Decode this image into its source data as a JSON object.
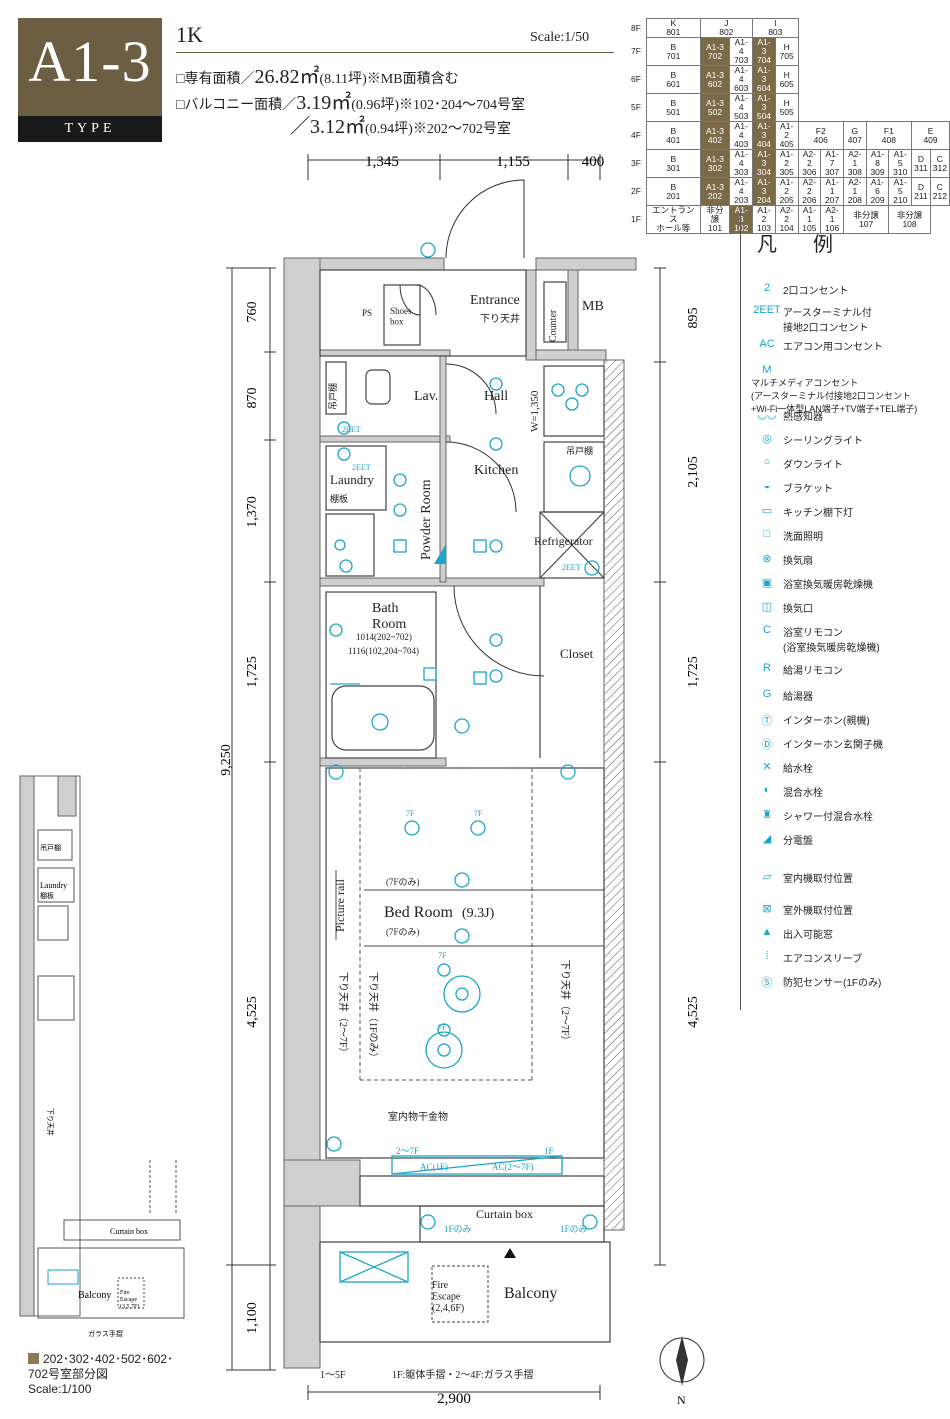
{
  "header": {
    "type_code": "A1-3",
    "type_label": "TYPE",
    "rooms": "1K",
    "scale": "Scale:1/50",
    "exclusive_area_label": "□専有面積／",
    "exclusive_area_value": "26.82㎡",
    "exclusive_area_tsubo": "(8.11坪)",
    "exclusive_area_note": "※MB面積含む",
    "balcony_area_label": "□バルコニー面積／",
    "balcony_area_value_1": "3.19㎡",
    "balcony_area_tsubo_1": "(0.96坪)",
    "balcony_area_note_1": "※102･204～704号室",
    "balcony_area_value_2": "／3.12㎡",
    "balcony_area_tsubo_2": "(0.94坪)",
    "balcony_area_note_2": "※202～702号室"
  },
  "floor_matrix": {
    "rows": [
      {
        "floor": "8F",
        "cells": [
          {
            "t": "K\n801",
            "w": 1
          },
          {
            "t": "J\n802",
            "w": 2
          },
          {
            "t": "I\n803",
            "w": 2
          }
        ]
      },
      {
        "floor": "7F",
        "cells": [
          {
            "t": "B\n701"
          },
          {
            "t": "A1-3\n702",
            "hl": true
          },
          {
            "t": "A1-4\n703"
          },
          {
            "t": "A1-3\n704",
            "hl": true
          },
          {
            "t": "H\n705"
          }
        ]
      },
      {
        "floor": "6F",
        "cells": [
          {
            "t": "B\n601"
          },
          {
            "t": "A1-3\n602",
            "hl": true
          },
          {
            "t": "A1-4\n603"
          },
          {
            "t": "A1-3\n604",
            "hl": true
          },
          {
            "t": "H\n605"
          }
        ]
      },
      {
        "floor": "5F",
        "cells": [
          {
            "t": "B\n501"
          },
          {
            "t": "A1-3\n502",
            "hl": true
          },
          {
            "t": "A1-4\n503"
          },
          {
            "t": "A1-3\n504",
            "hl": true
          },
          {
            "t": "H\n505"
          }
        ]
      },
      {
        "floor": "4F",
        "cells": [
          {
            "t": "B\n401"
          },
          {
            "t": "A1-3\n402",
            "hl": true
          },
          {
            "t": "A1-4\n403"
          },
          {
            "t": "A1-3\n404",
            "hl": true
          },
          {
            "t": "A1-2\n405"
          },
          {
            "t": "F2\n406",
            "w": 2
          },
          {
            "t": "G\n407",
            "w": 1
          },
          {
            "t": "F1\n408",
            "w": 2
          },
          {
            "t": "E\n409",
            "w": 2
          }
        ]
      },
      {
        "floor": "3F",
        "cells": [
          {
            "t": "B\n301"
          },
          {
            "t": "A1-3\n302",
            "hl": true
          },
          {
            "t": "A1-4\n303"
          },
          {
            "t": "A1-3\n304",
            "hl": true
          },
          {
            "t": "A1-2\n305"
          },
          {
            "t": "A2-2\n306"
          },
          {
            "t": "A1-7\n307"
          },
          {
            "t": "A2-1\n308"
          },
          {
            "t": "A1-8\n309"
          },
          {
            "t": "A1-5\n310"
          },
          {
            "t": "D\n311"
          },
          {
            "t": "C\n312"
          }
        ]
      },
      {
        "floor": "2F",
        "cells": [
          {
            "t": "B\n201"
          },
          {
            "t": "A1-3\n202",
            "hl": true
          },
          {
            "t": "A1-4\n203"
          },
          {
            "t": "A1-3\n204",
            "hl": true
          },
          {
            "t": "A1-2\n205"
          },
          {
            "t": "A2-2\n206"
          },
          {
            "t": "A1-1\n207"
          },
          {
            "t": "A2-1\n208"
          },
          {
            "t": "A1-6\n209"
          },
          {
            "t": "A1-5\n210"
          },
          {
            "t": "D\n211"
          },
          {
            "t": "C\n212"
          }
        ]
      },
      {
        "floor": "1F",
        "cells": [
          {
            "t": "エントランス\nホール等"
          },
          {
            "t": "非分譲\n101"
          },
          {
            "t": "A1-3\n102",
            "hl": true
          },
          {
            "t": "A1-2\n103"
          },
          {
            "t": "A2-2\n104"
          },
          {
            "t": "A1-1\n105"
          },
          {
            "t": "A2-1\n106"
          },
          {
            "t": "非分譲\n107",
            "w": 2
          },
          {
            "t": "非分譲\n108",
            "w": 2
          }
        ]
      }
    ]
  },
  "plan": {
    "dims_top": [
      "1,345",
      "1,155",
      "400"
    ],
    "dims_left": [
      "760",
      "870",
      "1,370",
      "1,725",
      "4,525",
      "1,100"
    ],
    "dim_left_total": "9,250",
    "dims_right": [
      "895",
      "2,105",
      "1,725",
      "4,525"
    ],
    "dim_bottom": "2,900",
    "rooms": {
      "entrance": "Entrance",
      "entrance_note": "下り天井",
      "ps": "PS",
      "shoes_box": "Shoes\nbox",
      "counter": "Counter",
      "mb": "MB",
      "lav": "Lav.",
      "hall": "Hall",
      "hall_width": "W=1,350",
      "kitchen": "Kitchen",
      "kitchen_cabinet": "吊戸棚",
      "laundry": "Laundry",
      "laundry_shelf": "棚板",
      "lav_cabinet": "吊戸棚",
      "powder_room": "Powder Room",
      "refrigerator": "Refrigerator",
      "bath_room": "Bath\nRoom",
      "bath_size_1": "1014(202~702)",
      "bath_size_2": "1116(102,204~704)",
      "closet": "Closet",
      "picture_rail": "Picture rail",
      "bed_room": "Bed Room",
      "bed_room_size": "(9.3J)",
      "only_7f_1": "(7Fのみ)",
      "only_7f_2": "(7Fのみ)",
      "dropped_ceiling_left": "下り天井（2～7F）",
      "dropped_ceiling_mid": "下り天井（1Fのみ）",
      "dropped_ceiling_right": "下り天井（2～7F）",
      "indoor_drying": "室内物干金物",
      "ac_floor_left": "2～7F",
      "ac_floor_right": "1F",
      "ac_label_left": "AC(1F)",
      "ac_label_right": "AC(2～7F)",
      "curtain_box": "Curtain box",
      "sensor_note_left": "1Fのみ",
      "sensor_note_right": "1Fのみ",
      "fire_escape": "Fire\nEscape\n(2,4,6F)",
      "balcony": "Balcony",
      "rail_note_left": "1～5F",
      "rail_note_right": "1F:躯体手摺・2～4F:ガラス手摺",
      "label_7f": "7F",
      "label_2eet": "2EET",
      "compass_n": "N"
    }
  },
  "legend": {
    "title": "凡　例",
    "items": [
      {
        "sym": "2",
        "text": "2口コンセント"
      },
      {
        "sym": "2EET",
        "text": "アースターミナル付\n接地2口コンセント"
      },
      {
        "sym": "AC",
        "text": "エアコン用コンセント"
      },
      {
        "sym": "M",
        "text": "マルチメディアコンセント\n(アースターミナル付接地2口コンセント\n+Wi-Fi一体型LAN端子+TV端子+TEL端子)"
      },
      {
        "sym": "◡◡",
        "text": "熱感知器"
      },
      {
        "sym": "◎",
        "text": "シーリングライト"
      },
      {
        "sym": "○",
        "text": "ダウンライト"
      },
      {
        "sym": "◒",
        "text": "ブラケット"
      },
      {
        "sym": "▭",
        "text": "キッチン棚下灯"
      },
      {
        "sym": "□",
        "text": "洗面照明"
      },
      {
        "sym": "⊗",
        "text": "換気扇"
      },
      {
        "sym": "▣",
        "text": "浴室換気暖房乾燥機"
      },
      {
        "sym": "◫",
        "text": "換気口"
      },
      {
        "sym": "C",
        "text": "浴室リモコン\n(浴室換気暖房乾燥機)"
      },
      {
        "sym": "R",
        "text": "給湯リモコン"
      },
      {
        "sym": "G",
        "text": "給湯器"
      },
      {
        "sym": "Ⓣ",
        "text": "インターホン(親機)"
      },
      {
        "sym": "Ⓓ",
        "text": "インターホン玄関子機"
      },
      {
        "sym": "✕",
        "text": "給水栓"
      },
      {
        "sym": "◐",
        "text": "混合水栓"
      },
      {
        "sym": "♜",
        "text": "シャワー付混合水栓"
      },
      {
        "sym": "◢",
        "text": "分電盤"
      },
      {
        "sym": "▱",
        "text": "室内機取付位置"
      },
      {
        "sym": "⊠",
        "text": "室外機取付位置"
      },
      {
        "sym": "▲",
        "text": "出入可能窓"
      },
      {
        "sym": "⁞",
        "text": "エアコンスリーブ"
      },
      {
        "sym": "Ⓢ",
        "text": "防犯センサー(1Fのみ)"
      }
    ]
  },
  "key_plan": {
    "laundry": "Laundry",
    "shelf": "棚板",
    "cabinet": "吊戸棚",
    "dropped": "下り天井",
    "curtain_box": "Curtain box",
    "balcony": "Balcony",
    "fire_escape": "Fire\nEscape\n(3,5,7F)",
    "glass_rail": "ガラス手摺",
    "units": "202･302･402･502･602･\n702号室部分図",
    "scale": "Scale:1/100"
  },
  "colors": {
    "brand": "#6b5e43",
    "highlight": "#7a6a48",
    "symbol": "#1aa6c8",
    "wall": "#cfcfcf"
  }
}
